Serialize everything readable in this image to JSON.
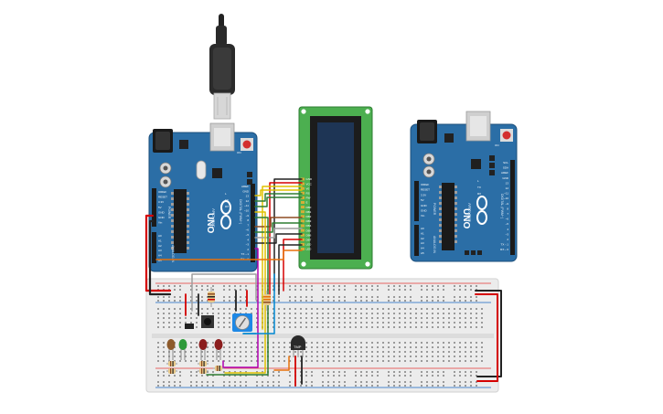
{
  "circuit": {
    "colors": {
      "arduino_board": "#2b6ea6",
      "arduino_dark": "#1f4f7a",
      "lcd_pcb": "#4caf50",
      "lcd_screen": "#1e3555",
      "breadboard": "#ececec",
      "rail_red": "#e53935",
      "rail_blue": "#1565c0",
      "wire_red": "#d50000",
      "wire_black": "#222222",
      "wire_yellow": "#e0c200",
      "wire_green": "#2e7d32",
      "wire_blue": "#0288d1",
      "wire_orange": "#e8710a",
      "wire_gray": "#9e9e9e",
      "wire_brown": "#8d4b22",
      "wire_purple": "#b000b0"
    },
    "arduino_left": {
      "logo": "UNO",
      "brand": "ARDUINO",
      "label_digital": "DIGITAL (PWM~)",
      "label_analog": "ANALOG IN",
      "label_power": "POWER",
      "power_pins": [
        "IOREF",
        "RESET",
        "3.3V",
        "5V",
        "GND",
        "GND",
        "Vin"
      ],
      "analog_pins": [
        "A0",
        "A1",
        "A2",
        "A3",
        "A4",
        "A5"
      ],
      "digital_pins": [
        "AREF",
        "GND",
        "13",
        "12",
        "~11",
        "~10",
        "~9",
        "8",
        "7",
        "~6",
        "~5",
        "4",
        "~3",
        "2",
        "TX→1",
        "RX←0"
      ],
      "tx_label": "TX",
      "rx_label": "RX",
      "l_label": "L",
      "on_label": "ON"
    },
    "arduino_right": {
      "logo": "UNO",
      "brand": "ARDUINO",
      "label_digital": "DIGITAL (PWM~)",
      "label_analog": "ANALOG IN",
      "label_power": "POWER",
      "power_pins": [
        "IOREF",
        "RESET",
        "3.3V",
        "5V",
        "GND",
        "GND",
        "Vin"
      ],
      "analog_pins": [
        "A0",
        "A1",
        "A2",
        "A3",
        "A4",
        "A5"
      ],
      "digital_pins": [
        "SCL",
        "SDA",
        "AREF",
        "GND",
        "13",
        "12",
        "~11",
        "~10",
        "~9",
        "8",
        "7",
        "~6",
        "~5",
        "4",
        "~3",
        "2",
        "TX→1",
        "RX←0"
      ],
      "tx_label": "TX",
      "rx_label": "RX",
      "l_label": "L",
      "on_label": "ON"
    },
    "lcd": {
      "pins": [
        "GND",
        "VCC",
        "V0",
        "RS",
        "RW",
        "E",
        "DB0",
        "DB1",
        "DB2",
        "DB3",
        "DB4",
        "DB5",
        "DB6",
        "DB7",
        "LED",
        "LED"
      ]
    },
    "sensor": {
      "label": "TMP"
    }
  }
}
